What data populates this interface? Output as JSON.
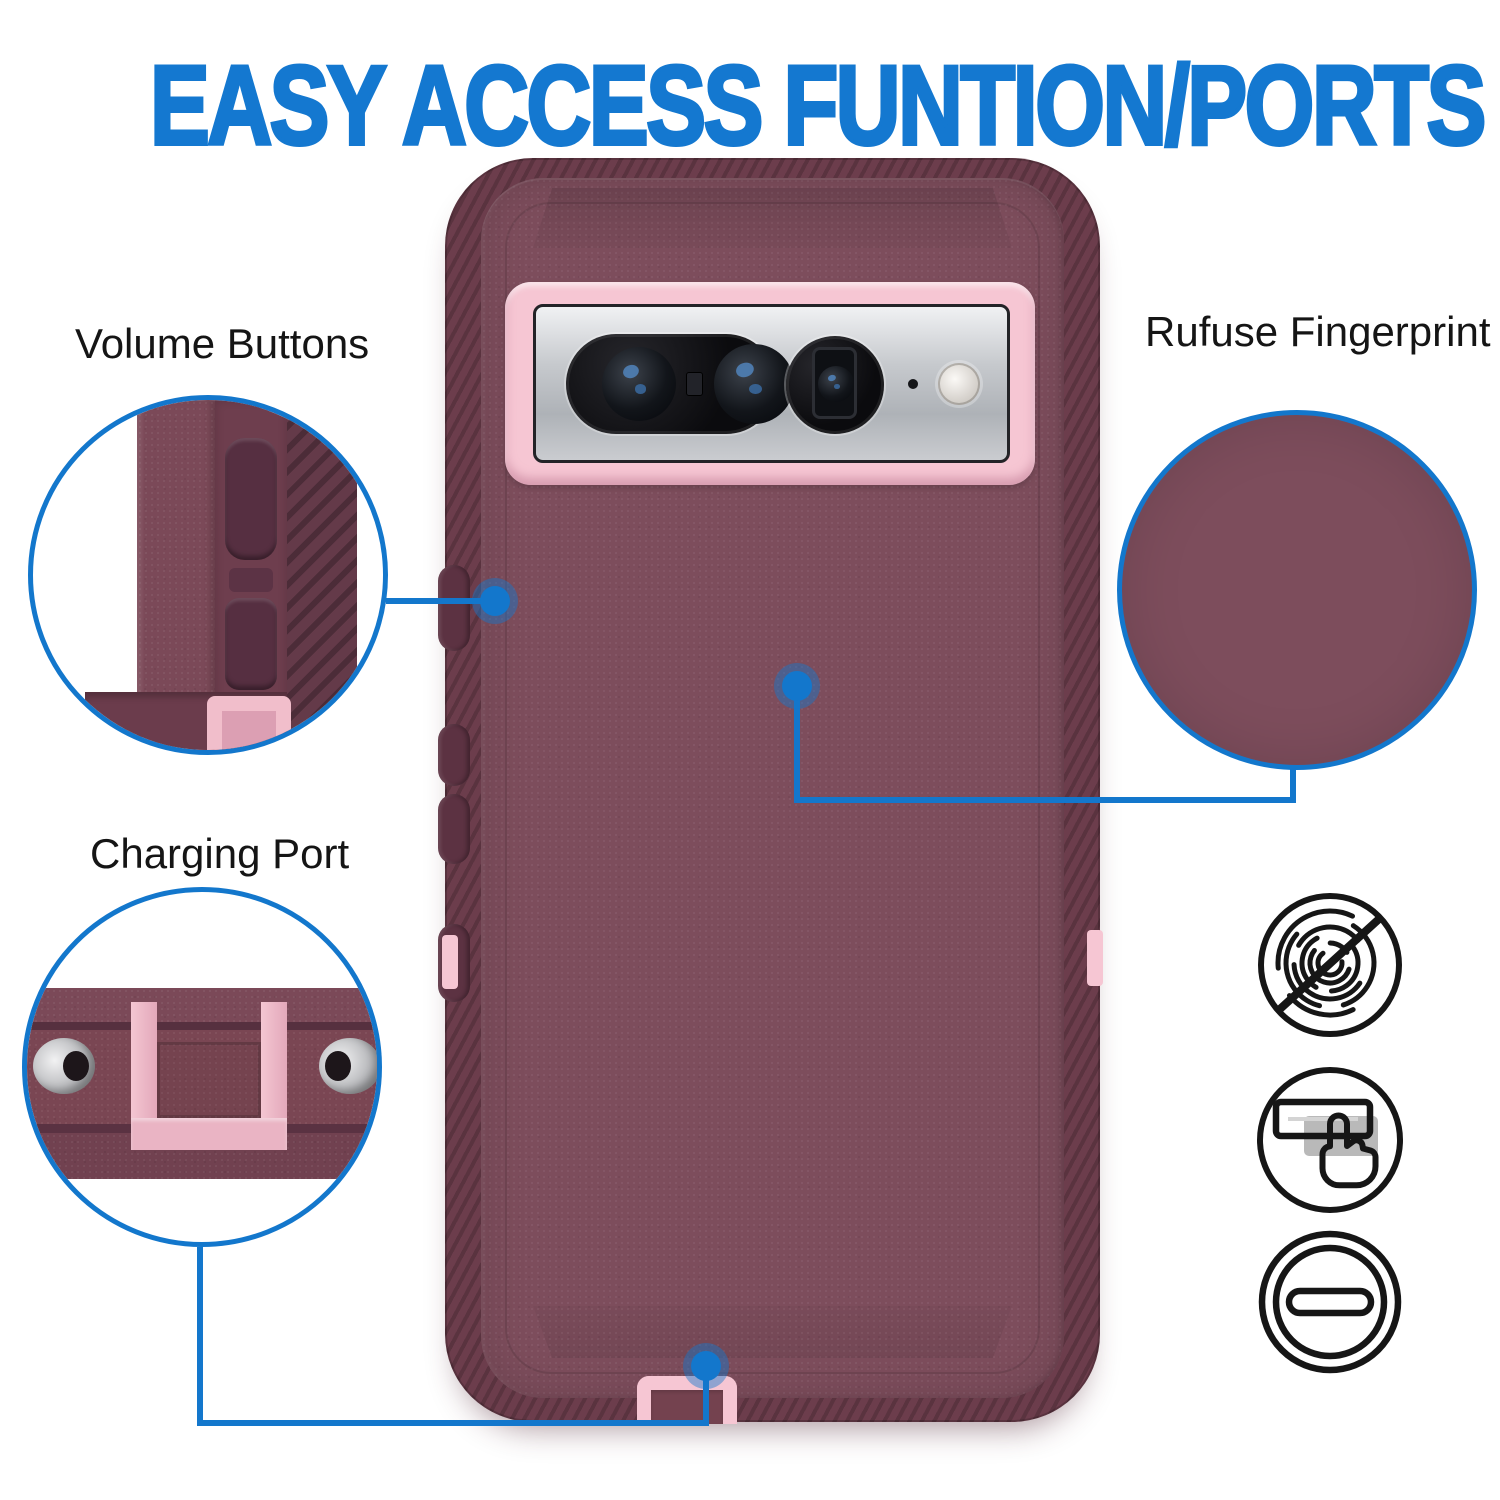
{
  "title": "EASY ACCESS FUNTION/PORTS",
  "callouts": {
    "volume": {
      "label": "Volume Buttons"
    },
    "charging": {
      "label": "Charging Port"
    },
    "fingerprint": {
      "label": "Rufuse Fingerprint"
    }
  },
  "icons": [
    {
      "name": "no-fingerprint-icon"
    },
    {
      "name": "press-button-icon"
    },
    {
      "name": "recessed-button-icon"
    }
  ],
  "colors": {
    "title_blue": "#1478d0",
    "accent_blue": "#1377cc",
    "case_maroon": "#7d4d5c",
    "case_dark": "#6c3d4c",
    "accent_pink": "#f6c6d3",
    "camera_silver": "#c3c7cb",
    "lens_black": "#0b0b0e",
    "icon_ink": "#161616",
    "label_ink": "#151515"
  }
}
